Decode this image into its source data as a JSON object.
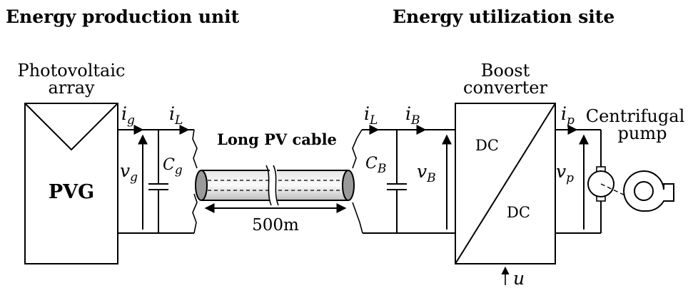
{
  "headings": {
    "production": "Energy production unit",
    "utilization": "Energy utilization site"
  },
  "labels": {
    "pv_array_line1": "Photovoltaic",
    "pv_array_line2": "array",
    "pvg": "PVG",
    "cable": "Long PV cable",
    "cable_length": "500m",
    "boost_line1": "Boost",
    "boost_line2": "converter",
    "dc_top": "DC",
    "dc_bottom": "DC",
    "pump_line1": "Centrifugal",
    "pump_line2": "pump"
  },
  "symbols": {
    "ig": {
      "main": "i",
      "sub": "g"
    },
    "iL_left": {
      "main": "i",
      "sub": "L"
    },
    "vg": {
      "main": "v",
      "sub": "g"
    },
    "Cg": {
      "main": "C",
      "sub": "g"
    },
    "iL_right": {
      "main": "i",
      "sub": "L"
    },
    "iB": {
      "main": "i",
      "sub": "B"
    },
    "CB": {
      "main": "C",
      "sub": "B"
    },
    "vB": {
      "main": "v",
      "sub": "B"
    },
    "ip": {
      "main": "i",
      "sub": "p"
    },
    "vp": {
      "main": "v",
      "sub": "p"
    },
    "u": "u"
  }
}
